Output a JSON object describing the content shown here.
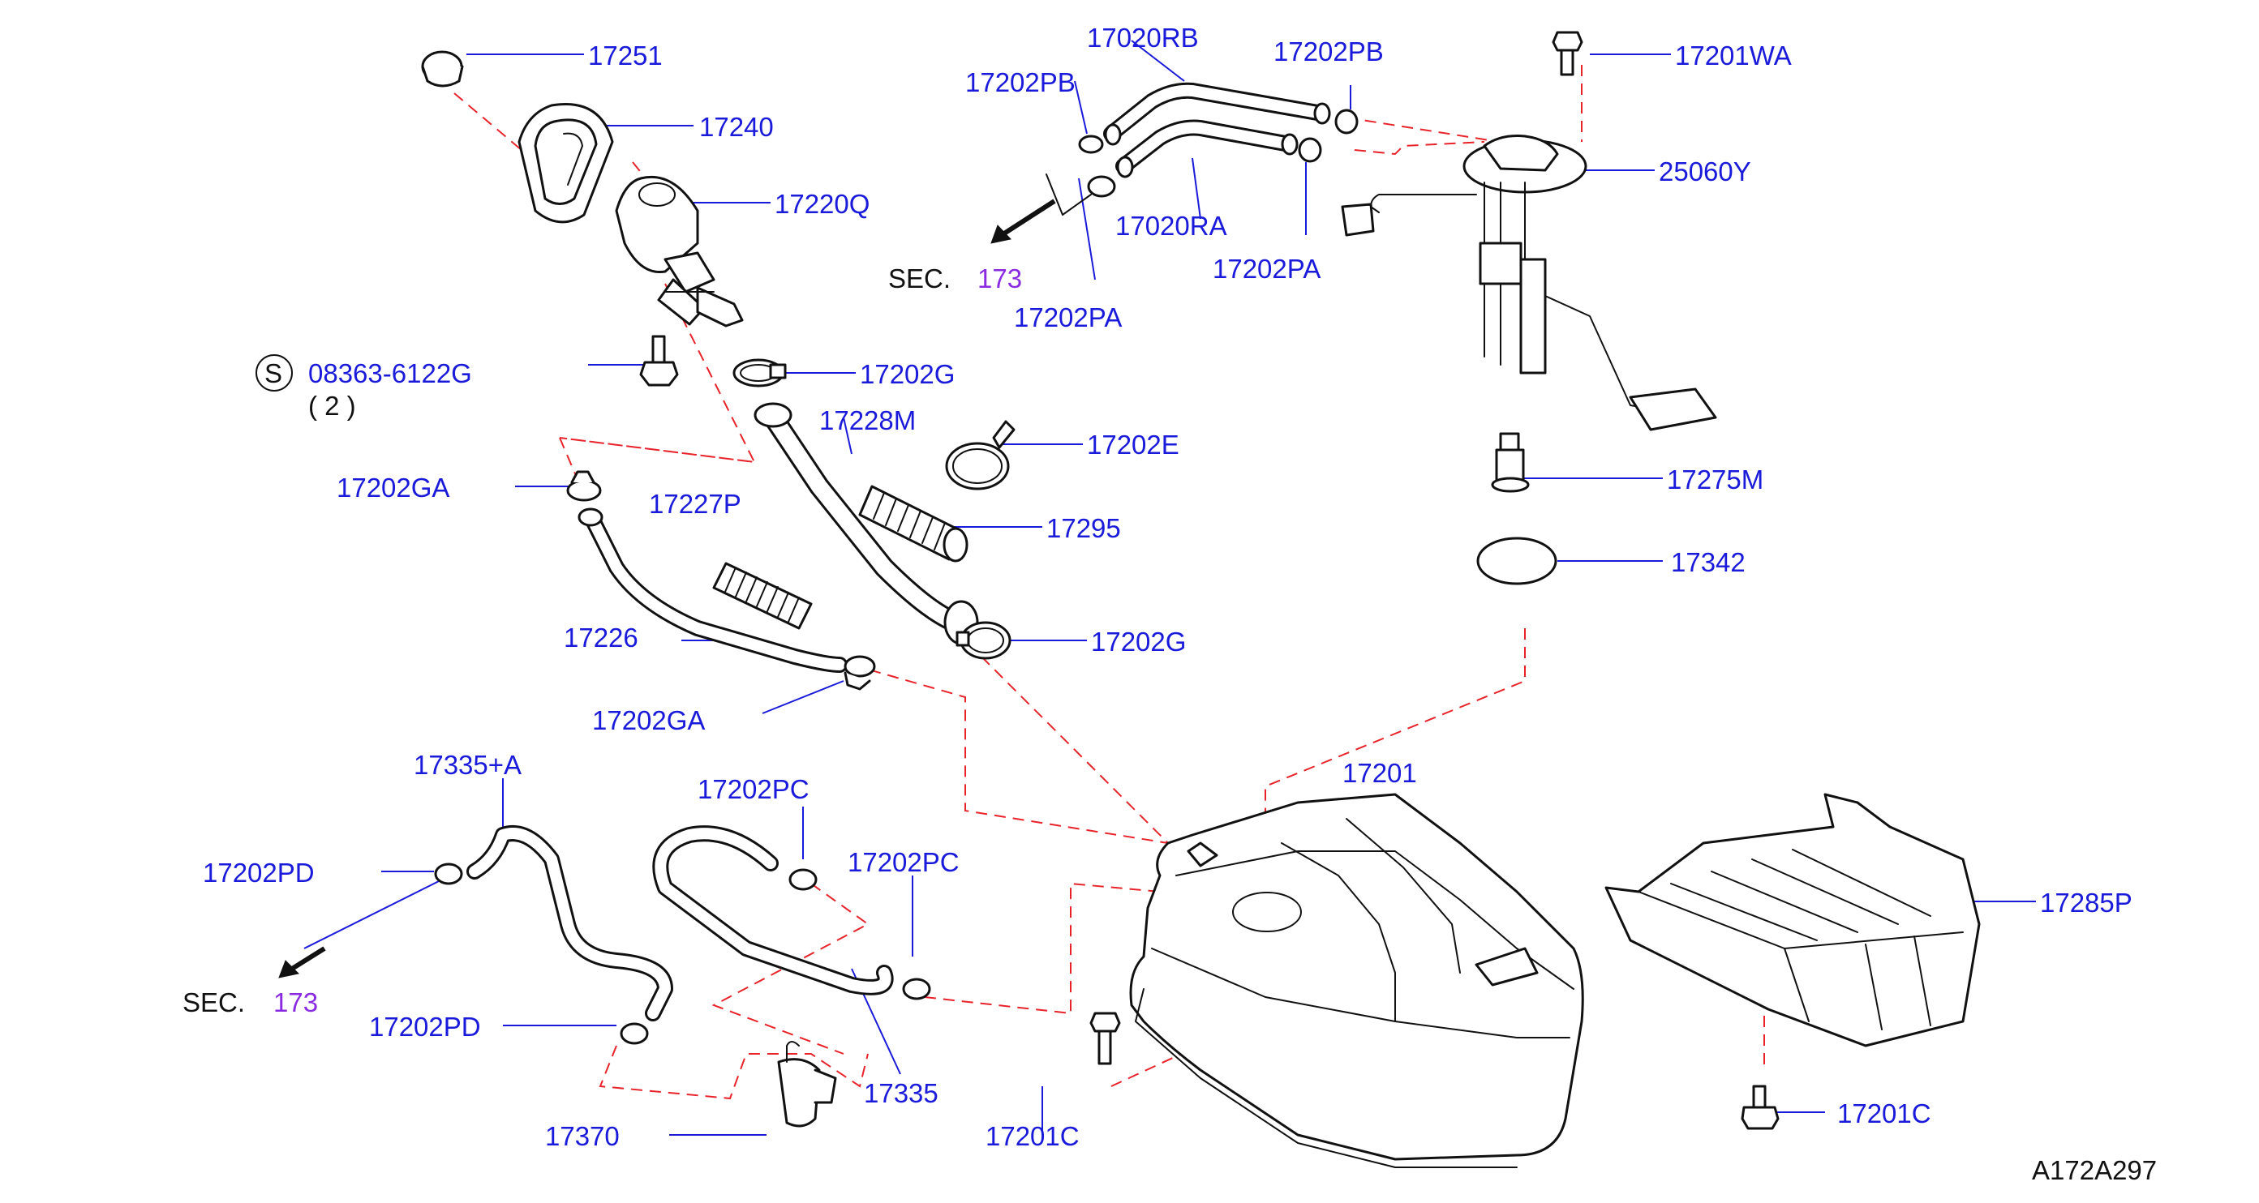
{
  "diagram_id": "A172A297",
  "parts": [
    {
      "key": "p17251",
      "label": "17251"
    },
    {
      "key": "p17240",
      "label": "17240"
    },
    {
      "key": "p17220Q",
      "label": "17220Q"
    },
    {
      "key": "p08363",
      "label": "08363-6122G"
    },
    {
      "key": "p08363qty",
      "label": "( 2 )"
    },
    {
      "key": "p17202G_top",
      "label": "17202G"
    },
    {
      "key": "p17228M",
      "label": "17228M"
    },
    {
      "key": "p17202E",
      "label": "17202E"
    },
    {
      "key": "p17202GA_top",
      "label": "17202GA"
    },
    {
      "key": "p17227P",
      "label": "17227P"
    },
    {
      "key": "p17295",
      "label": "17295"
    },
    {
      "key": "p17226",
      "label": "17226"
    },
    {
      "key": "p17202G_bot",
      "label": "17202G"
    },
    {
      "key": "p17202GA_bot",
      "label": "17202GA"
    },
    {
      "key": "p17020RB",
      "label": "17020RB"
    },
    {
      "key": "p17202PB_left",
      "label": "17202PB"
    },
    {
      "key": "p17202PB_right",
      "label": "17202PB"
    },
    {
      "key": "p17201WA",
      "label": "17201WA"
    },
    {
      "key": "p25060Y",
      "label": "25060Y"
    },
    {
      "key": "p17020RA",
      "label": "17020RA"
    },
    {
      "key": "p17202PA_right",
      "label": "17202PA"
    },
    {
      "key": "p17202PA_left",
      "label": "17202PA"
    },
    {
      "key": "p17275M",
      "label": "17275M"
    },
    {
      "key": "p17342",
      "label": "17342"
    },
    {
      "key": "p17201",
      "label": "17201"
    },
    {
      "key": "p17285P",
      "label": "17285P"
    },
    {
      "key": "p17335A",
      "label": "17335+A"
    },
    {
      "key": "p17202PD_top",
      "label": "17202PD"
    },
    {
      "key": "p17202PD_bot",
      "label": "17202PD"
    },
    {
      "key": "p17202PC_top",
      "label": "17202PC"
    },
    {
      "key": "p17202PC_right",
      "label": "17202PC"
    },
    {
      "key": "p17335",
      "label": "17335"
    },
    {
      "key": "p17370",
      "label": "17370"
    },
    {
      "key": "p17201C_left",
      "label": "17201C"
    },
    {
      "key": "p17201C_right",
      "label": "17201C"
    }
  ],
  "section_refs": [
    {
      "key": "sec_top",
      "prefix": "SEC.",
      "number": "173"
    },
    {
      "key": "sec_bot",
      "prefix": "SEC.",
      "number": "173"
    }
  ],
  "circled_marker": "S",
  "colors": {
    "label": "#1a1adb",
    "section_number": "#8a2be2",
    "dashed_guides": "#e8232a",
    "linework": "#111111"
  }
}
